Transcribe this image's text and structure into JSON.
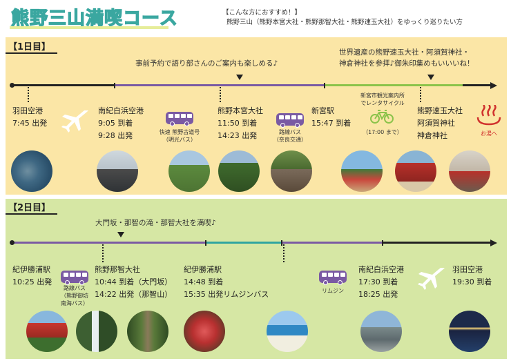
{
  "title": "熊野三山満喫コース",
  "recommend": {
    "line1": "【こんな方におすすめ！】",
    "line2": "熊野三山（熊野本宮大社・熊野那智大社・熊野速玉大社）をゆっくり巡りたい方"
  },
  "day1": {
    "label": "【1日目】",
    "note_center": "事前予約で語り部さんのご案内も楽しめる♪",
    "note_right_1": "世界遺産の熊野速玉大社・阿須賀神社・",
    "note_right_2": "神倉神社を参拝♪御朱印集めもいいいね！",
    "stops": {
      "haneda": {
        "name": "羽田空港",
        "time1": "7:45 出発"
      },
      "shirahama": {
        "name": "南紀白浜空港",
        "time1": "9:05 到着",
        "time2": "9:28 出発"
      },
      "hongu": {
        "name": "熊野本宮大社",
        "time1": "11:50 到着",
        "time2": "14:23 出発"
      },
      "shingu": {
        "name": "新宮駅",
        "time1": "15:47 到着"
      },
      "hayatama": {
        "name": "熊野速玉大社",
        "time1": "阿須賀神社",
        "time2": "神倉神社"
      }
    },
    "bus1_1": "快速 熊野古道号",
    "bus1_2": "（明光バス）",
    "bus2_1": "路線バス",
    "bus2_2": "（奈良交通）",
    "bike_1": "新宮市観光案内所",
    "bike_2": "でレンタサイクル",
    "bike_3": "（17:00 まで）",
    "onsen": "お湯へ"
  },
  "day2": {
    "label": "【2日目】",
    "note_center": "大門坂・那智の滝・那智大社を満喫♪",
    "stops": {
      "katsuura1": {
        "name": "紀伊勝浦駅",
        "time1": "10:25 出発"
      },
      "nachi": {
        "name": "熊野那智大社",
        "time1": "10:44 到着（大門坂）",
        "time2": "14:22 出発（那智山）"
      },
      "katsuura2": {
        "name": "紀伊勝浦駅",
        "time1": "14:48 到着",
        "time2": "15:35 出発リムジンバス"
      },
      "shirahama": {
        "name": "南紀白浜空港",
        "time1": "17:30 到着",
        "time2": "18:25 出発"
      },
      "haneda": {
        "name": "羽田空港",
        "time1": "19:30 到着"
      }
    },
    "bus1_1": "路線バス",
    "bus1_2": "（熊野御坊",
    "bus1_3": "南海バス）",
    "limousine": "リムジン"
  },
  "colors": {
    "title_fill": "#e3eda0",
    "title_stroke": "#3aa7a0",
    "day1_bg": "#fbe6a6",
    "day2_bg": "#d6e7a4",
    "bus": "#7a5aa3",
    "plane": "#ffffff",
    "bike": "#8bc34a",
    "onsen": "#d0312d"
  }
}
